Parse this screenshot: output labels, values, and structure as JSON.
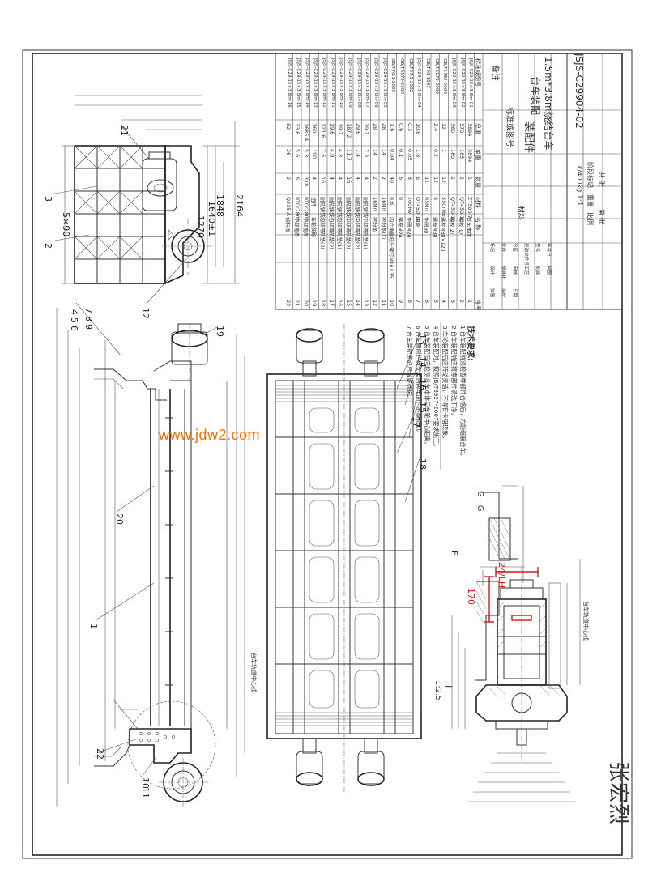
{
  "watermark": "www.jdw2.com",
  "drawing_number": "JSJS-C29904-02",
  "drawing_title_line1": "1.5m*3.8m烧结台车",
  "drawing_title_line2": "台车装配",
  "document_type": "装配件",
  "standard_label": "标准或图号",
  "remarks_label": "备注",
  "scale_value": "1:1",
  "weight_value": "Tk/400kg",
  "stage_label": "阶段标记",
  "weight_label": "重量",
  "scale_label": "比例",
  "sheet_label": "共 张",
  "sheet_of_label": "第 张",
  "material_label": "材料",
  "notes_title": "技术要求:",
  "notes": [
    "1.台车装配前须检查零部件合格后，方能组装台车。",
    "2.台车装配前应将零部件清洗干净。",
    "3.车轮装配后应转动灵活，不得有卡阻现象。",
    "4.台车装配时，按照JB/T8927-2007要求施工。",
    "5.台车装配后应检测台车本体与车轮中心距离。",
    "6.台车两侧栏板安装后应牢固，不得松动。",
    "7.台车装配完成后做好标记。"
  ],
  "section_label_g": "G—G",
  "section_label_f": "F",
  "detail_label": "I",
  "detail_scale": "1:2.5",
  "red_annotation_1": "24/LH",
  "red_annotation_2": "170",
  "center_label": "台车轨道中心线",
  "signature": "张宏烈",
  "bom_headers": {
    "seq": "序号",
    "name": "名 称",
    "material": "材料",
    "qty": "数量",
    "unit_weight": "单重",
    "total_weight": "总重",
    "standard": "标准或图号",
    "remarks": "备注"
  },
  "bom": [
    {
      "no": "22",
      "name": "挡料板",
      "material": "Q235-A",
      "qty": "2",
      "unit": "26",
      "total": "52",
      "std": "JSJS-C29-15×3.8m-16"
    },
    {
      "no": "21",
      "name": "中部篦条",
      "material": "RTCr2800",
      "qty": "6",
      "unit": "5.6",
      "total": "33.6",
      "std": "JSJS-C29-15×3.8m-15"
    },
    {
      "no": "20",
      "name": "中部篦条",
      "material": "RTCr2800",
      "qty": "318",
      "unit": "5.3",
      "total": "1685.4",
      "std": "JSJS-C29-15×3.8m-14"
    },
    {
      "no": "19",
      "name": "车轮装配",
      "material": "组件",
      "qty": "4",
      "unit": "190",
      "total": "760",
      "std": "JSJS-C29-15×3.8m-13"
    },
    {
      "no": "18",
      "name": "边部隔热垫(2)",
      "material": "耐热铸铁",
      "qty": "16",
      "unit": "7.6",
      "total": "121.6",
      "std": "JSJS-C29-15×3.8m-12"
    },
    {
      "no": "17",
      "name": "边部隔热垫(2)",
      "material": "耐热铸铁",
      "qty": "4",
      "unit": "4.9",
      "total": "19.6",
      "std": "JSJS-C29-15×3.8m-11"
    },
    {
      "no": "16",
      "name": "边部隔热垫(1)",
      "material": "耐热铸铁",
      "qty": "4",
      "unit": "4.8",
      "total": "19.2",
      "std": "JSJS-C29-15×3.8m-10"
    },
    {
      "no": "15",
      "name": "中部隔热垫(2)",
      "material": "耐热铸铁",
      "qty": "16",
      "unit": "11.7",
      "total": "187.2",
      "std": "JSJS-C29-15×3.8m-09"
    },
    {
      "no": "14",
      "name": "中部隔热垫(2)",
      "material": "耐热铸铁",
      "qty": "4",
      "unit": "7.4",
      "total": "29.6",
      "std": "JSJS-C29-15×3.8m-08"
    },
    {
      "no": "13",
      "name": "中部隔热垫(1)",
      "material": "耐热铸铁",
      "qty": "4",
      "unit": "7.3",
      "total": "29.2",
      "std": "JSJS-C29-15×3.8m-07"
    },
    {
      "no": "12",
      "name": "密封条",
      "material": "16Mn",
      "qty": "2",
      "unit": "14",
      "total": "28",
      "std": "JSJS-C29-15×3.8m-06"
    },
    {
      "no": "11",
      "name": "密封条(1)",
      "material": "16Mn",
      "qty": "2",
      "unit": "14",
      "total": "28",
      "std": "JSJS-C29-15×3.8m-05"
    },
    {
      "no": "10",
      "name": "内六角圆柱头螺钉M16×35",
      "material": "8.8",
      "qty": "40",
      "unit": "0.04",
      "total": "1.6",
      "std": "GB/T70.1-2000"
    },
    {
      "no": "9",
      "name": "螺母M24",
      "material": "8",
      "qty": "6",
      "unit": "0.1",
      "total": "0.6",
      "std": "GB/T6170-2000"
    },
    {
      "no": "8",
      "name": "垫圈M24",
      "material": "200HV",
      "qty": "6",
      "unit": "0.05",
      "total": "0.3",
      "std": "GB/T97.1-2002"
    },
    {
      "no": "7",
      "name": "压块",
      "material": "QT450-10",
      "qty": "6",
      "unit": "1.8",
      "total": "10.8",
      "std": "JSJS-C29-15×3.8m-04"
    },
    {
      "no": "6",
      "name": "垫圈30",
      "material": "65Mn",
      "qty": "12",
      "unit": "",
      "total": "",
      "std": "GB/T93-1987"
    },
    {
      "no": "5",
      "name": "螺母M30",
      "material": "8",
      "qty": "12",
      "unit": "0.2",
      "total": "2.4",
      "std": "GB/T6170-2000"
    },
    {
      "no": "4",
      "name": "螺栓M30×120",
      "material": "35CrMo",
      "qty": "12",
      "unit": "1",
      "total": "12",
      "std": "GB/T5782-2000"
    },
    {
      "no": "3",
      "name": "栏板(2)",
      "material": "QT450-10",
      "qty": "2",
      "unit": "180",
      "total": "360",
      "std": "JSJS-C29-15×3.8m-03"
    },
    {
      "no": "2",
      "name": "栏板(1)",
      "material": "QT450-10",
      "qty": "2",
      "unit": "185",
      "total": "370",
      "std": "JSJS-C29-15×3.8m-02"
    },
    {
      "no": "1",
      "name": "台车本体",
      "material": "ZT500-7",
      "qty": "1",
      "unit": "3894",
      "total": "3894",
      "std": "JSJS-C29-15×3.8m-01"
    }
  ],
  "title_block_rows": [
    "标记",
    "处数",
    "分区",
    "更改文件号",
    "签名",
    "年月日",
    "设计",
    "标准化",
    "审核",
    "工艺",
    "批准",
    "制图",
    "描图",
    "描校",
    "日期"
  ],
  "balloons": [
    "1",
    "2",
    "3",
    "4",
    "5",
    "6",
    "7",
    "8",
    "9",
    "10",
    "11",
    "12",
    "13",
    "14",
    "15",
    "16",
    "17",
    "18",
    "19",
    "20",
    "21",
    "22"
  ]
}
